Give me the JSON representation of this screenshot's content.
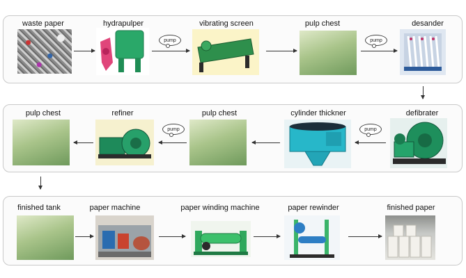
{
  "steps": {
    "waste_paper": "waste paper",
    "hydrapulper": "hydrapulper",
    "vibrating_screen": "vibrating screen",
    "pulp_chest_1": "pulp chest",
    "desander": "desander",
    "defibrater": "defibrater",
    "cylinder_thickner": "cylinder thickner",
    "pulp_chest_2": "pulp chest",
    "refiner": "refiner",
    "pulp_chest_3": "pulp chest",
    "finished_tank": "finished tank",
    "paper_machine": "paper machine",
    "paper_winding_machine": "paper winding machine",
    "paper_rewinder": "paper rewinder",
    "finished_paper": "finished paper"
  },
  "pumps": {
    "p1": "pump",
    "p2": "pump",
    "p3": "pump",
    "p4": "pump"
  }
}
